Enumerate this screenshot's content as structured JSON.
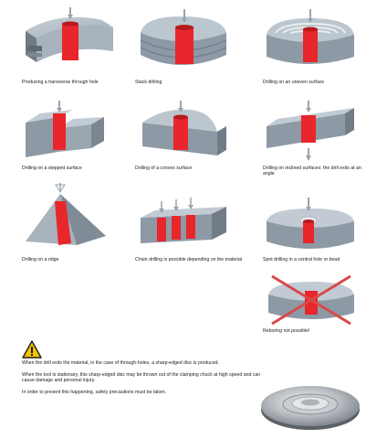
{
  "colors": {
    "hole": "#e8262b",
    "material_top": "#b9c3cc",
    "material_side": "#8d99a4",
    "material_dark": "#6f7b86",
    "arrow": "#9aa3ab",
    "cross": "#d84a4a",
    "warning_yellow": "#f5c400"
  },
  "items": [
    {
      "id": "transverse",
      "caption": "Producing a transverse through hole"
    },
    {
      "id": "stack",
      "caption": "Stack drilling"
    },
    {
      "id": "uneven",
      "caption": "Drilling on an uneven surface"
    },
    {
      "id": "stepped",
      "caption": "Drilling on a stepped surface"
    },
    {
      "id": "convex",
      "caption": "Drilling of a convex surface"
    },
    {
      "id": "inclined",
      "caption": "Drilling on inclined surfaces: the drill exits at an angle"
    },
    {
      "id": "ridge",
      "caption": "Drilling on a ridge"
    },
    {
      "id": "chain",
      "caption": "Chain drilling is possible depending on the material"
    },
    {
      "id": "spot",
      "caption": "Spot drilling in a central hole or bead"
    },
    {
      "id": "reboring",
      "caption": "Reboring not possible!"
    }
  ],
  "warning": {
    "icon": "warning-triangle-icon",
    "notes": [
      "When the drill exits the material, in the case of through-holes, a sharp-edged disc is produced.",
      "When the tool is stationary, this sharp-edged disc may be thrown out of the clamping chuck at high speed and can cause damage and personal injury.",
      "In order to prevent this happening, safety precautions must be taken."
    ]
  }
}
